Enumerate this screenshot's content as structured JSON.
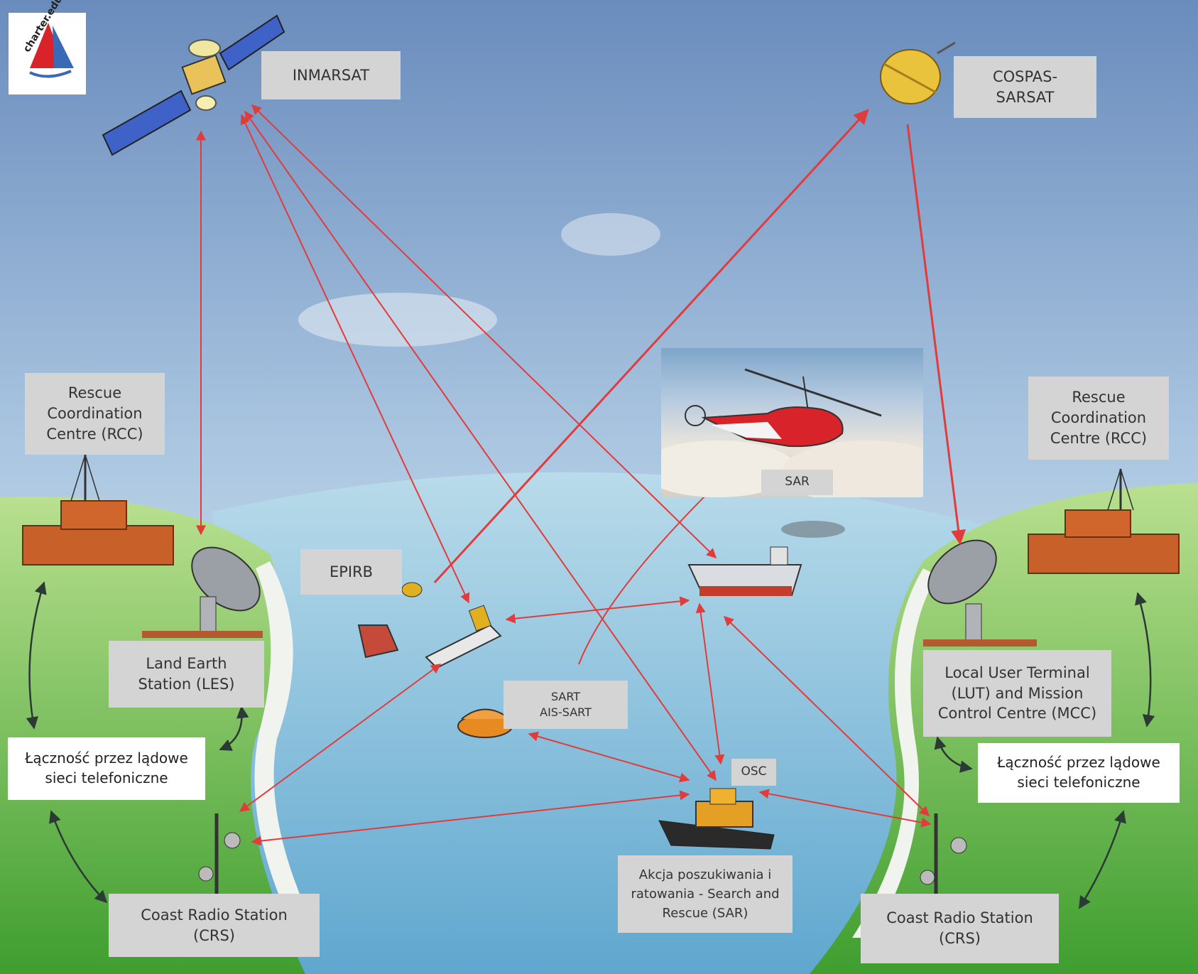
{
  "logo": {
    "text": "charter.edu.pl"
  },
  "labels": {
    "inmarsat": "INMARSAT",
    "cospas": [
      "COSPAS-",
      "SARSAT"
    ],
    "rcc_left": [
      "Rescue",
      "Coordination",
      "Centre (RCC)"
    ],
    "rcc_right": [
      "Rescue",
      "Coordination",
      "Centre (RCC)"
    ],
    "les": [
      "Land Earth",
      "Station (LES)"
    ],
    "lut": [
      "Local User Terminal",
      "(LUT) and Mission",
      "Control Centre (MCC)"
    ],
    "landline_left": [
      "Łączność przez lądowe",
      "sieci telefoniczne"
    ],
    "landline_right": [
      "Łączność przez lądowe",
      "sieci telefoniczne"
    ],
    "crs_left": [
      "Coast Radio Station",
      "(CRS)"
    ],
    "crs_right": [
      "Coast Radio Station",
      "(CRS)"
    ],
    "epirb": "EPIRB",
    "sart": [
      "SART",
      "AIS-SART"
    ],
    "osc": "OSC",
    "sar_heli": "SAR",
    "sar_action": [
      "Akcja poszukiwania i",
      "ratowania - Search and",
      "Rescue (SAR)"
    ]
  },
  "colors": {
    "arrow_red": "#e23b3b",
    "arrow_dark": "#2b3a34",
    "sky_top": "#6f8fbf",
    "sea": "#8fc3df",
    "grass": "#6fbf3f"
  }
}
